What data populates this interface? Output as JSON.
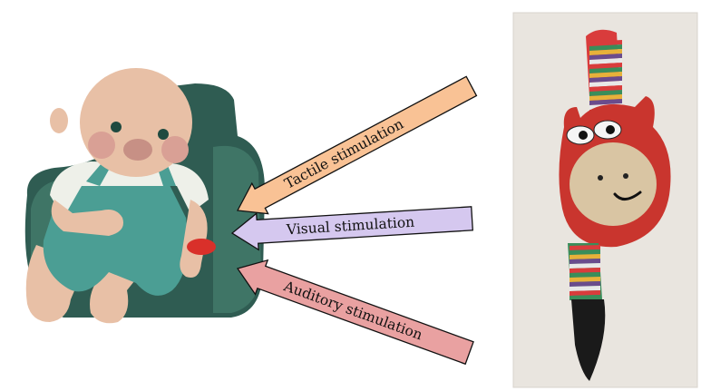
{
  "arrows": {
    "tactile": {
      "label": "Tactile stimulation",
      "fill": "#f9c295"
    },
    "visual": {
      "label": "Visual stimulation",
      "fill": "#d5c8ef"
    },
    "auditory": {
      "label": "Auditory stimulation",
      "fill": "#e9a1a1"
    }
  },
  "colors": {
    "chair": "#2f5c52",
    "chair_light": "#3f7566",
    "skin": "#e8c0a6",
    "overalls": "#4b9e94",
    "shirt": "#eef0e9",
    "toy_body": "#c9352e",
    "toy_face": "#d9c5a3",
    "stripes": [
      "#d93c3c",
      "#3a8d5a",
      "#e7b13a",
      "#6a4c8c",
      "#e8e8e8"
    ]
  }
}
